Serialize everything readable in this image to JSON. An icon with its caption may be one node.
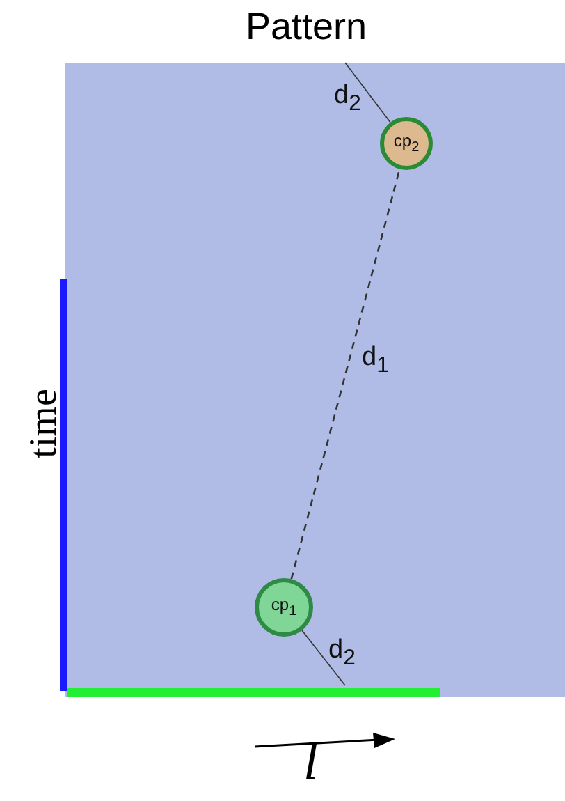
{
  "diagram": {
    "title": "Pattern",
    "nodes": [
      {
        "text": [
          "cp$_{2}$"
        ]
      },
      {
        "text": [
          "cp$_{1}$"
        ]
      }
    ],
    "edges": [
      {
        "from": 1,
        "to": 0,
        "arrow": "none",
        "style": "dashed",
        "label": "d$_{1}$"
      },
      {
        "from": null,
        "to": 0,
        "arrow": "none",
        "label": "d$_{2}$"
      },
      {
        "from": 1,
        "to": null,
        "arrow": "none",
        "label": "d$_{2}$"
      }
    ],
    "labels": [
      "time",
      "l"
    ]
  }
}
